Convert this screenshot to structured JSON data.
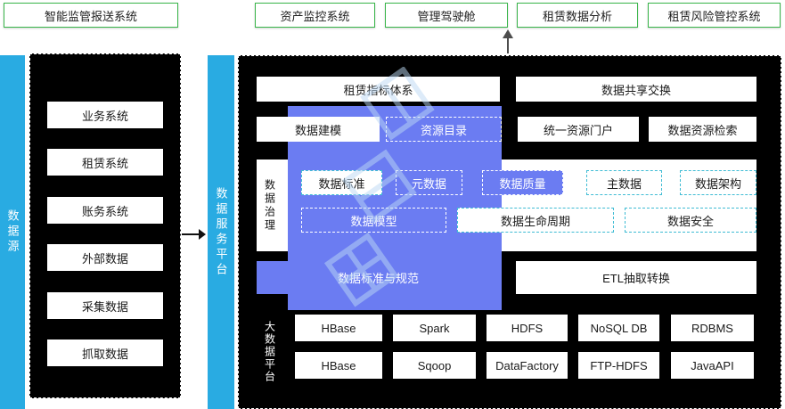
{
  "top_systems": {
    "left": "智能监管报送系统",
    "items": [
      "资产监控系统",
      "管理驾驶舱",
      "租赁数据分析",
      "租赁风险管控系统"
    ]
  },
  "data_source": {
    "label": "数据源",
    "items": [
      "业务系统",
      "租赁系统",
      "账务系统",
      "外部数据",
      "采集数据",
      "抓取数据"
    ]
  },
  "platform": {
    "label": "数据服务平台",
    "row1": [
      "租赁指标体系",
      "数据共享交换"
    ],
    "row2": [
      "数据建模",
      "资源目录",
      "统一资源门户",
      "数据资源检索"
    ],
    "governance": {
      "label": "数据治理",
      "row1": [
        "数据标准",
        "元数据",
        "数据质量",
        "主数据",
        "数据架构"
      ],
      "row2": [
        "数据模型",
        "数据生命周期",
        "数据安全"
      ]
    },
    "row3": [
      "数据标准与规范",
      "ETL抽取转换"
    ],
    "bigdata": {
      "label": "大数据平台",
      "row1": [
        "HBase",
        "Spark",
        "HDFS",
        "NoSQL DB",
        "RDBMS"
      ],
      "row2": [
        "HBase",
        "Sqoop",
        "DataFactory",
        "FTP-HDFS",
        "JavaAPI"
      ]
    }
  },
  "colors": {
    "accent_blue": "#29abe2",
    "highlight_blue": "#6b7cf2",
    "green_border": "#39b54a",
    "panel_black": "#000000"
  }
}
